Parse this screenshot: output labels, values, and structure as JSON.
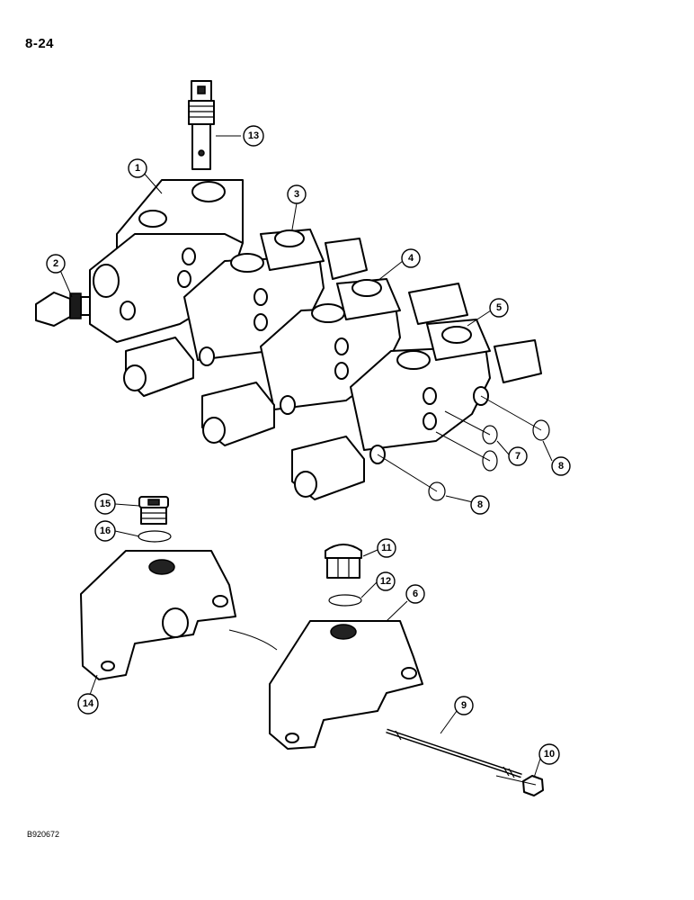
{
  "page": {
    "page_number": "8-24",
    "drawing_code": "B920672"
  },
  "callouts": [
    {
      "id": "c1",
      "label": "1"
    },
    {
      "id": "c2",
      "label": "2"
    },
    {
      "id": "c3",
      "label": "3"
    },
    {
      "id": "c4",
      "label": "4"
    },
    {
      "id": "c5",
      "label": "5"
    },
    {
      "id": "c6",
      "label": "6"
    },
    {
      "id": "c7",
      "label": "7"
    },
    {
      "id": "c8a",
      "label": "8"
    },
    {
      "id": "c8b",
      "label": "8"
    },
    {
      "id": "c9",
      "label": "9"
    },
    {
      "id": "c10",
      "label": "10"
    },
    {
      "id": "c11",
      "label": "11"
    },
    {
      "id": "c12",
      "label": "12"
    },
    {
      "id": "c13",
      "label": "13"
    },
    {
      "id": "c14",
      "label": "14"
    },
    {
      "id": "c15",
      "label": "15"
    },
    {
      "id": "c16",
      "label": "16"
    }
  ]
}
